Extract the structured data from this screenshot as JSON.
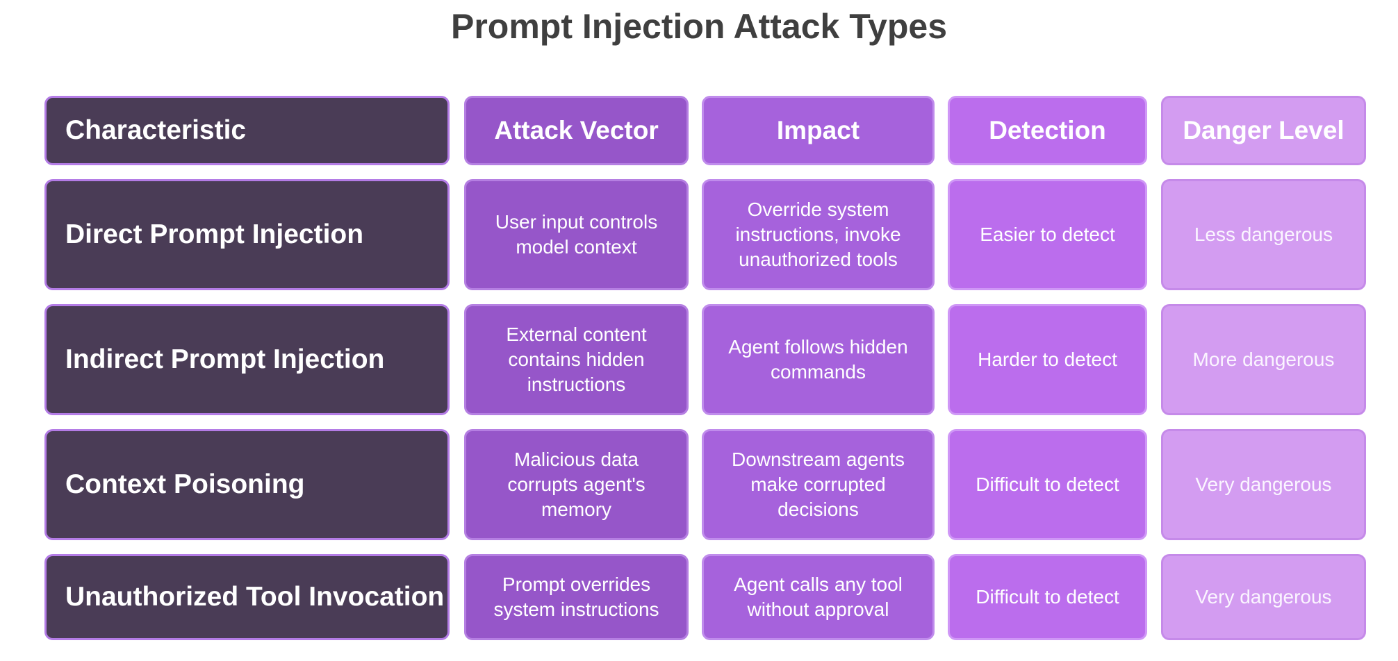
{
  "title": "Prompt Injection Attack Types",
  "colors": {
    "title": "#3f3f3f",
    "characteristic_fill": "#4a3c56",
    "attack_vector_fill": "#9656c9",
    "impact_fill": "#a662dc",
    "detection_fill": "#bb6ded",
    "danger_level_fill": "#d39cf1",
    "cell_border": "#b47ce6",
    "text": "#ffffff"
  },
  "headers": [
    "Characteristic",
    "Attack Vector",
    "Impact",
    "Detection",
    "Danger Level"
  ],
  "rows": [
    {
      "name": "Direct Prompt Injection",
      "attack_vector": "User input controls model context",
      "impact": "Override system instructions, invoke unauthorized tools",
      "detection": "Easier to detect",
      "danger_level": "Less dangerous"
    },
    {
      "name": "Indirect Prompt Injection",
      "attack_vector": "External content contains hidden instructions",
      "impact": "Agent follows hidden commands",
      "detection": "Harder to detect",
      "danger_level": "More dangerous"
    },
    {
      "name": "Context Poisoning",
      "attack_vector": "Malicious data corrupts agent's memory",
      "impact": "Downstream agents make corrupted decisions",
      "detection": "Difficult to detect",
      "danger_level": "Very dangerous"
    },
    {
      "name": "Unauthorized Tool Invocation",
      "attack_vector": "Prompt overrides system instructions",
      "impact": "Agent calls any tool without approval",
      "detection": "Difficult to detect",
      "danger_level": "Very dangerous"
    }
  ]
}
